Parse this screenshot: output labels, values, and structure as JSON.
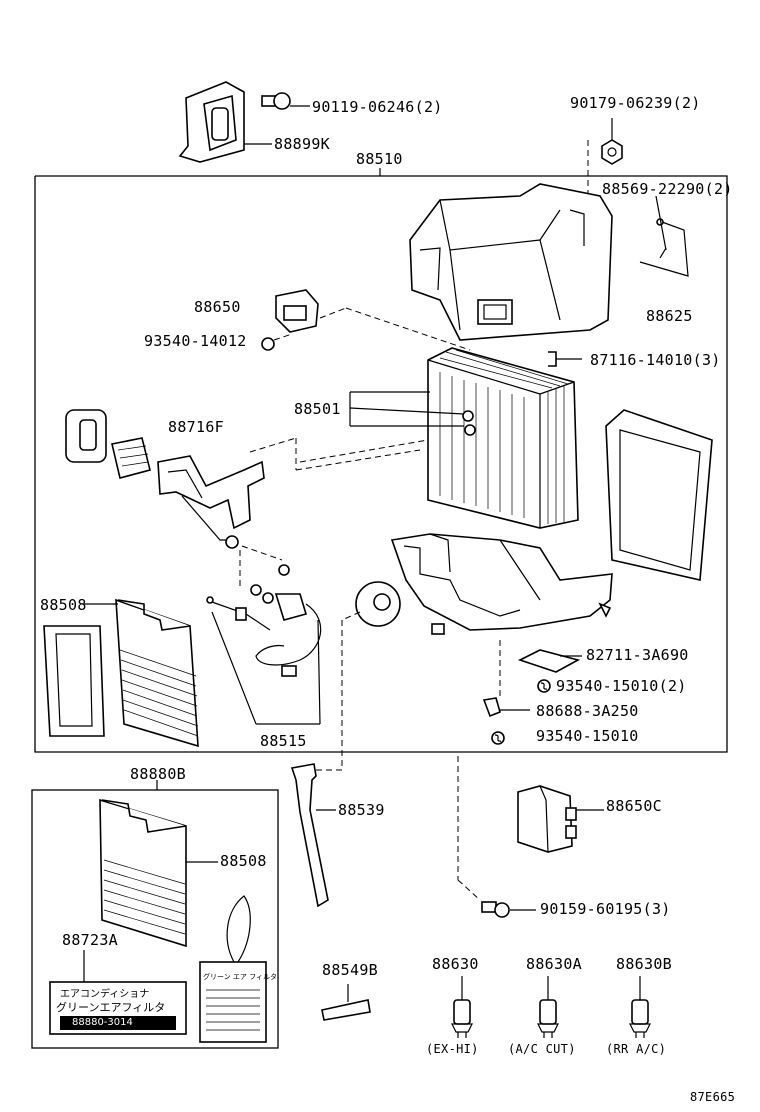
{
  "labels": {
    "p90119": "90119-06246(2)",
    "p88899K": "88899K",
    "p88510": "88510",
    "p90179": "90179-06239(2)",
    "p88569": "88569-22290(2)",
    "p88625": "88625",
    "p88650": "88650",
    "p93540a": "93540-14012",
    "p87116": "87116-14010(3)",
    "p88501": "88501",
    "p88716F": "88716F",
    "p88508a": "88508",
    "p88515": "88515",
    "p82711": "82711-3A690",
    "p93540b": "93540-15010(2)",
    "p88688": "88688-3A250",
    "p93540c": "93540-15010",
    "p88880B": "88880B",
    "p88539": "88539",
    "p88650C": "88650C",
    "p88508b": "88508",
    "p88723A": "88723A",
    "p90159": "90159-60195(3)",
    "p88549B": "88549B",
    "p88630": "88630",
    "p88630A": "88630A",
    "p88630B": "88630B",
    "sub_exhi": "(EX-HI)",
    "sub_acc": "(A/C CUT)",
    "sub_rra": "(RR A/C)",
    "diagram_code": "87E665"
  },
  "filter_label": {
    "line1": "エアコンディショナ",
    "line2": "グリーンエアフィルタ",
    "line3": "88880-3014",
    "tag_title": "グリーン エア フィルタ"
  }
}
